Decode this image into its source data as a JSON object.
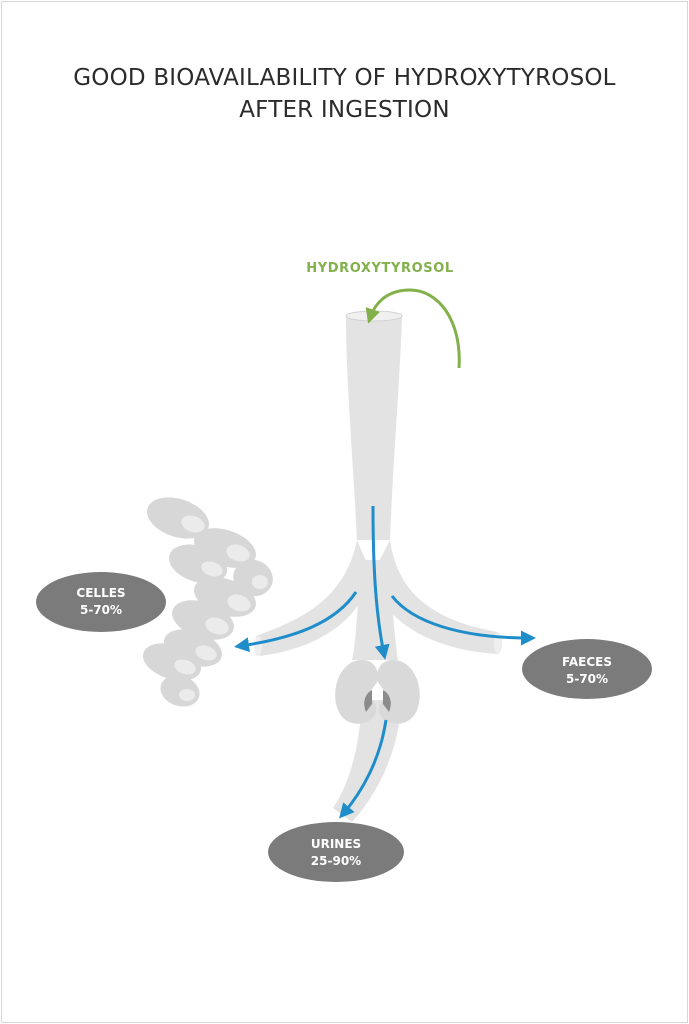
{
  "title": {
    "line1": "GOOD BIOAVAILABILITY OF HYDROXYTYROSOL",
    "line2": "AFTER INGESTION"
  },
  "source_label": "HYDROXYTYROSOL",
  "outputs": {
    "cells": {
      "name": "CELLES",
      "value": "5-70%"
    },
    "faeces": {
      "name": "FAECES",
      "value": "5-70%"
    },
    "urine": {
      "name": "URINES",
      "value": "25-90%"
    }
  },
  "colors": {
    "tract": "#e3e3e3",
    "tract_edge": "#d2d2d2",
    "cell": "#d7d7d7",
    "cell_nucleus": "#ebebeb",
    "arrow_blue": "#1f8dc9",
    "arrow_green": "#82b04a",
    "badge": "#7b7b7b",
    "badge_text": "#ffffff",
    "title_text": "#2b2b2b"
  },
  "icons": [
    "curved-intake-arrow-icon",
    "flow-arrow-icon",
    "kidney-icon",
    "cell-icon"
  ]
}
